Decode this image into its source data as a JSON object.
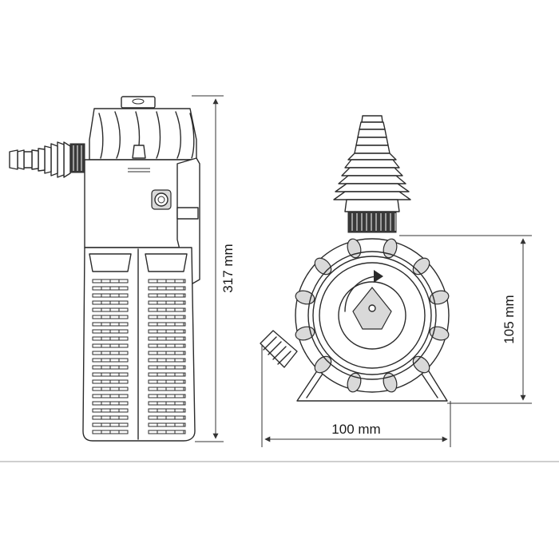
{
  "dimensions": {
    "height": "317 mm",
    "width": "100 mm",
    "depth": "105 mm"
  }
}
